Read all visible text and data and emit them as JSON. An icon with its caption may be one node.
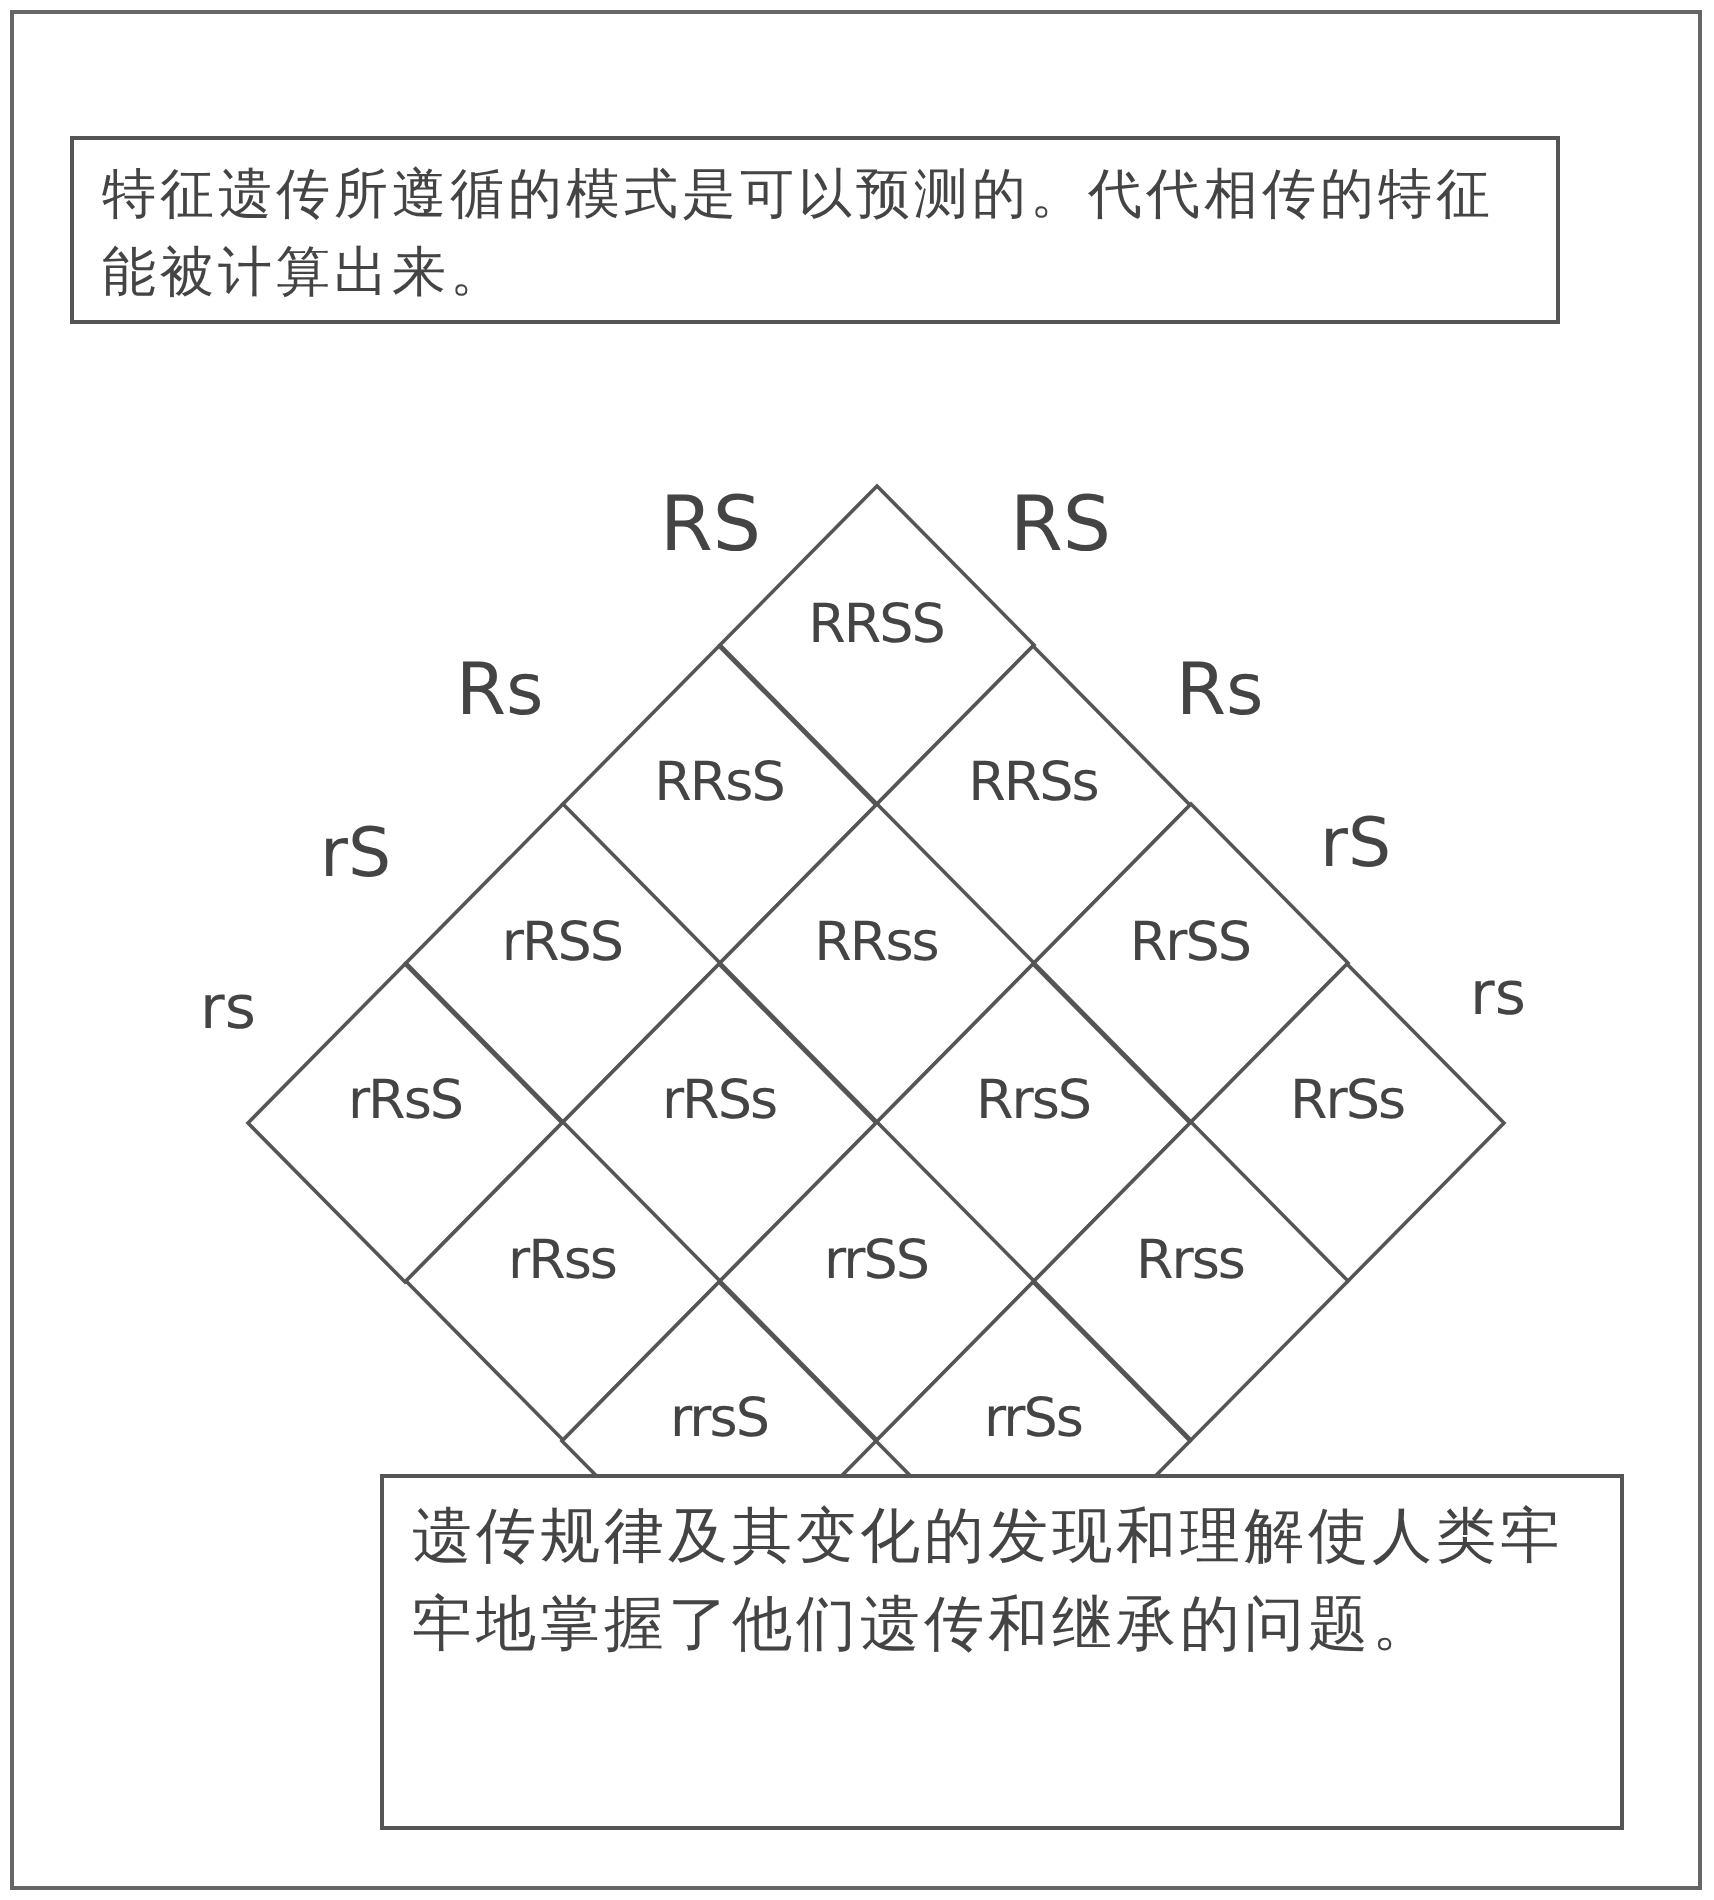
{
  "diagram": {
    "nodes": [
      {
        "text": [
          "特征遗传所遵循的模式是可以预测的。代代相传的特征能被计算出来。"
        ]
      },
      {
        "text": [
          "RRSS"
        ]
      },
      {
        "text": [
          "RRsS"
        ]
      },
      {
        "text": [
          "RRSs"
        ]
      },
      {
        "text": [
          "rRSS"
        ]
      },
      {
        "text": [
          "RRss"
        ]
      },
      {
        "text": [
          "RrSS"
        ]
      },
      {
        "text": [
          "rRsS"
        ]
      },
      {
        "text": [
          "rRSs"
        ]
      },
      {
        "text": [
          "RrsS"
        ]
      },
      {
        "text": [
          "RrSs"
        ]
      },
      {
        "text": [
          "rRss"
        ]
      },
      {
        "text": [
          "rrSS"
        ]
      },
      {
        "text": [
          "Rrss"
        ]
      },
      {
        "text": [
          "rrsS"
        ]
      },
      {
        "text": [
          "rrSs"
        ]
      },
      {
        "text": [
          "遗传规律及其变化的发现和理解使人类牢牢地掌握了他们遗传和继承的问题。"
        ]
      }
    ],
    "labels": [
      "RS",
      "RS",
      "Rs",
      "Rs",
      "rS",
      "rS",
      "rs",
      "rs"
    ]
  }
}
